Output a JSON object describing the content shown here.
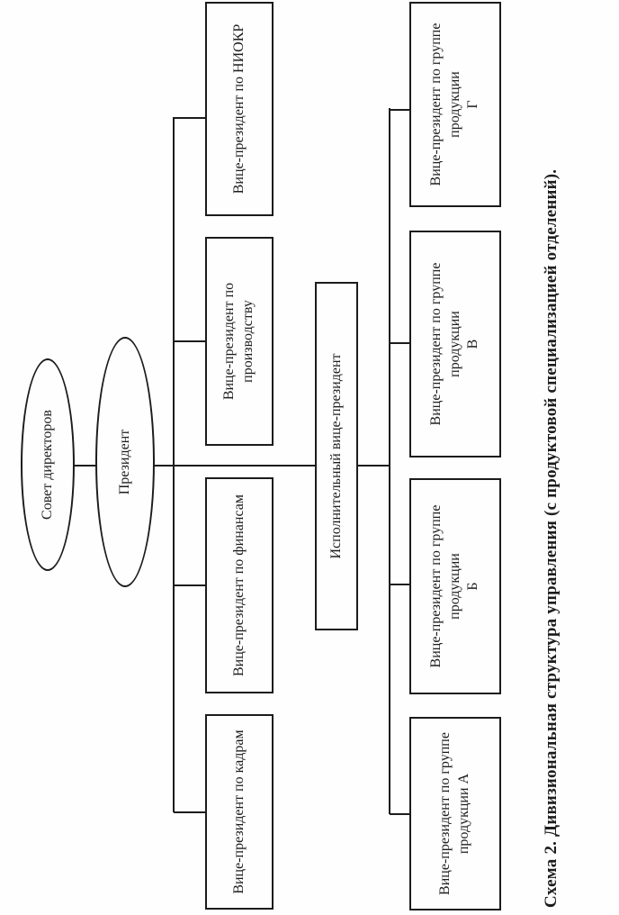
{
  "diagram": {
    "board": {
      "label": "Совет директоров"
    },
    "president": {
      "label": "Президент"
    },
    "vps": [
      {
        "label": "Вице-президент по кадрам"
      },
      {
        "label": "Вице-президент по финансам"
      },
      {
        "label": "Вице-президент по\nпроизводству"
      },
      {
        "label": "Вице-президент по НИОКР"
      }
    ],
    "executive": {
      "label": "Исполнительный вице-президент"
    },
    "product_groups": [
      {
        "label": "Вице-президент по группе\nпродукции А"
      },
      {
        "label": "Вице-президент по группе\nпродукции\nБ"
      },
      {
        "label": "Вице-президент по группе\nпродукции\nВ"
      },
      {
        "label": "Вице-президент по группе\nпродукции\nГ"
      }
    ],
    "caption": "Схема 2. Дивизиональная структура управления (с продуктовой специализацией отделений).",
    "colors": {
      "ink": "#1c1c1c",
      "paper": "#fefefe"
    }
  }
}
